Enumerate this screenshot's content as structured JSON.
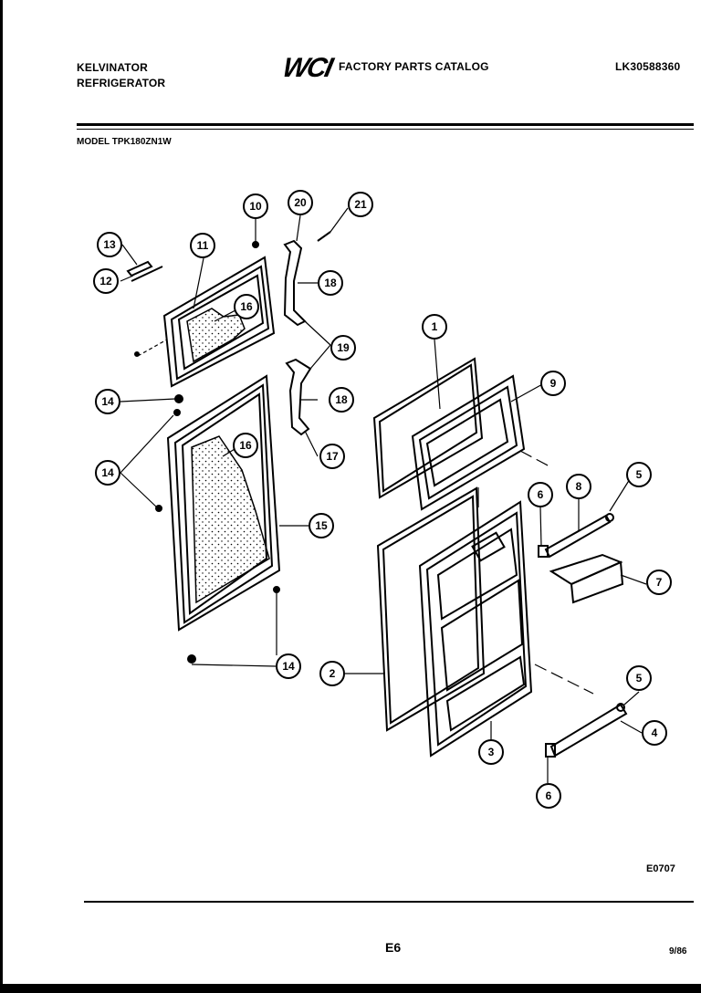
{
  "header": {
    "brand_line1": "KELVINATOR",
    "brand_line2": "REFRIGERATOR",
    "logo_text": "WCI",
    "catalog_title": "FACTORY PARTS CATALOG",
    "catalog_id": "LK30588360",
    "model_line": "MODEL TPK180ZN1W"
  },
  "footer": {
    "figure_code": "E0707",
    "page_code": "E6",
    "date_code": "9/86"
  },
  "callouts": [
    "1",
    "2",
    "3",
    "4",
    "5",
    "5",
    "6",
    "6",
    "7",
    "8",
    "9",
    "10",
    "11",
    "12",
    "13",
    "14",
    "14",
    "14",
    "15",
    "16",
    "16",
    "17",
    "18",
    "18",
    "19",
    "20",
    "21"
  ],
  "colors": {
    "ink": "#000000",
    "paper": "#ffffff"
  }
}
